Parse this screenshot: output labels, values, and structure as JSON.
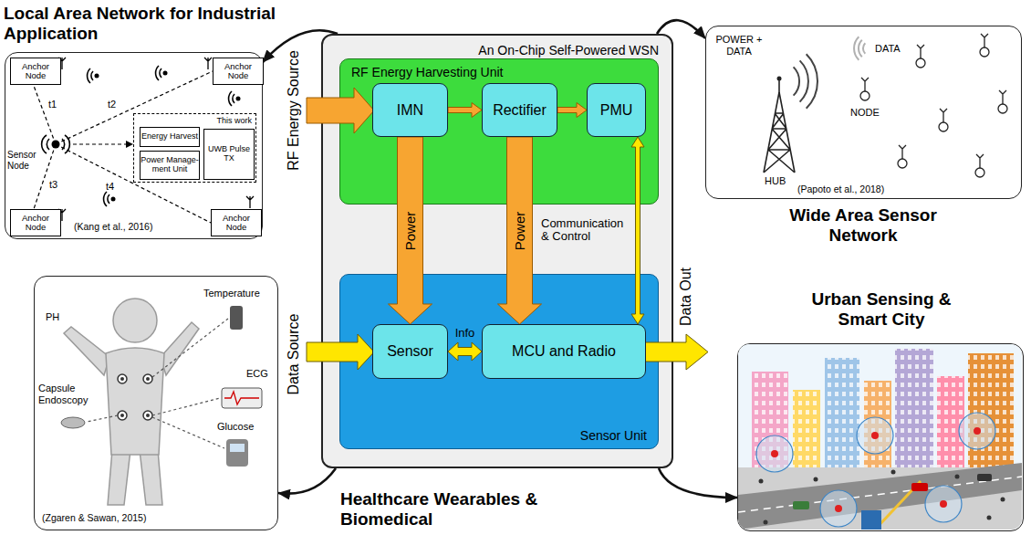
{
  "diagram": {
    "nodes": [
      {
        "text": [
          "Local Area Network for Industrial Application"
        ]
      },
      {
        "text": [
          "Anchor Node"
        ],
        "in": 0
      },
      {
        "text": [
          "Anchor Node"
        ],
        "in": 0
      },
      {
        "text": [
          "This work"
        ],
        "in": 0
      },
      {
        "text": [
          "Energy Harvest"
        ],
        "in": 3
      },
      {
        "text": [
          "Power Manage-ment Unit"
        ],
        "in": 3
      },
      {
        "text": [
          "UWB Pulse TX"
        ],
        "in": 3
      },
      {
        "text": [
          "Anchor Node"
        ],
        "in": 0
      },
      {
        "text": [
          "Anchor Node"
        ],
        "in": 0
      },
      {
        "text": [
          "An On-Chip Self-Powered WSN"
        ]
      },
      {
        "text": [
          "RF Energy Harvesting Unit"
        ],
        "in": 9
      },
      {
        "text": [
          "IMN"
        ],
        "in": 10
      },
      {
        "text": [
          "Rectifier"
        ],
        "in": 10
      },
      {
        "text": [
          "PMU"
        ],
        "in": 10
      },
      {
        "text": [
          "Sensor Unit"
        ],
        "in": 9
      },
      {
        "text": [
          "Sensor"
        ],
        "in": 14
      },
      {
        "text": [
          "MCU and Radio"
        ],
        "in": 14
      },
      {
        "text": [
          "Wide Area Sensor Network"
        ]
      },
      {
        "text": [
          "Healthcare Wearables & Biomedical"
        ]
      },
      {
        "text": [
          "Urban Sensing & Smart City"
        ]
      }
    ],
    "edges": [
      {
        "from": 11,
        "to": 12,
        "arrow": "to"
      },
      {
        "from": 12,
        "to": 13,
        "arrow": "to"
      },
      {
        "from": 11,
        "to": 15,
        "label": "Power",
        "arrow": "to"
      },
      {
        "from": 12,
        "to": 16,
        "label": "Power",
        "arrow": "to"
      },
      {
        "from": 13,
        "to": 16,
        "label": "Communication & Control",
        "arrow": "both"
      },
      {
        "from": 15,
        "to": 16,
        "label": "Info",
        "arrow": "both"
      },
      {
        "from": 9,
        "to": 0,
        "arrow": "to"
      },
      {
        "from": 9,
        "to": 17,
        "arrow": "to"
      },
      {
        "from": 9,
        "to": 18,
        "arrow": "to"
      },
      {
        "from": 9,
        "to": 19,
        "arrow": "to"
      }
    ],
    "labels": [
      "RF Energy Source",
      "Data Source",
      "Data Out",
      "Sensor Node",
      "t1",
      "t2",
      "t3",
      "t4",
      "(Kang et al., 2016)",
      "POWER + DATA",
      "DATA",
      "NODE",
      "HUB",
      "(Papoto et al., 2018)",
      "PH",
      "Temperature",
      "Capsule Endoscopy",
      "ECG",
      "Glucose",
      "(Zgaren & Sawan, 2015)"
    ]
  }
}
